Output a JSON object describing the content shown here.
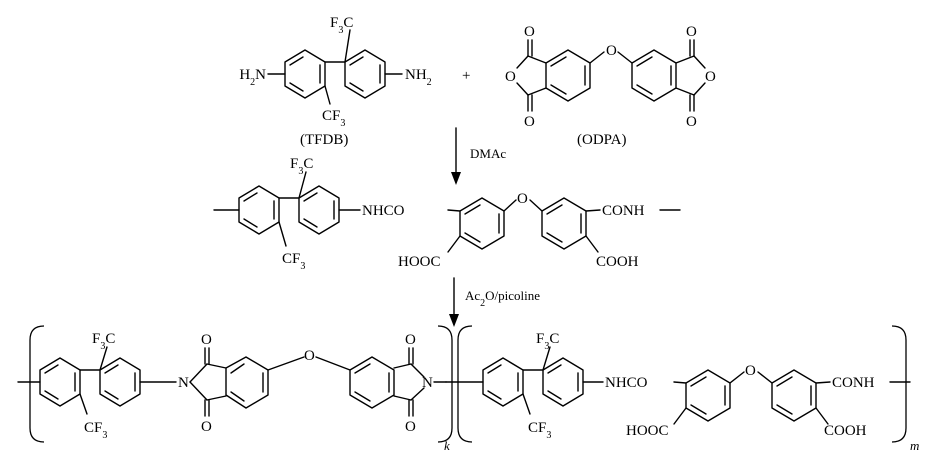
{
  "reactants": {
    "tfdb": {
      "left_group": "H2N",
      "right_group": "NH2",
      "top_substituent": "F3C",
      "bottom_substituent": "CF3",
      "caption": "(TFDB)"
    },
    "plus": "+",
    "odpa": {
      "carbonyl_o": "O",
      "ring_o": "O",
      "bridge_o": "O",
      "caption": "(ODPA)"
    }
  },
  "steps": [
    {
      "reagent": "DMAc"
    },
    {
      "reagent": "Ac2O/picoline"
    }
  ],
  "intermediate": {
    "top_substituent": "F3C",
    "bottom_substituent": "CF3",
    "amide_left": "NHCO",
    "amide_right": "CONH",
    "acid_left": "HOOC",
    "acid_right": "COOH",
    "bridge_o": "O"
  },
  "product": {
    "imide_unit": {
      "top_substituent": "F3C",
      "bottom_substituent": "CF3",
      "nitrogen": "N",
      "carbonyl_o": "O",
      "bridge_o": "O",
      "repeat_index": "k"
    },
    "amic_acid_unit": {
      "top_substituent": "F3C",
      "bottom_substituent": "CF3",
      "amide_left": "NHCO",
      "amide_right": "CONH",
      "acid_left": "HOOC",
      "acid_right": "COOH",
      "bridge_o": "O",
      "repeat_index": "m"
    }
  }
}
